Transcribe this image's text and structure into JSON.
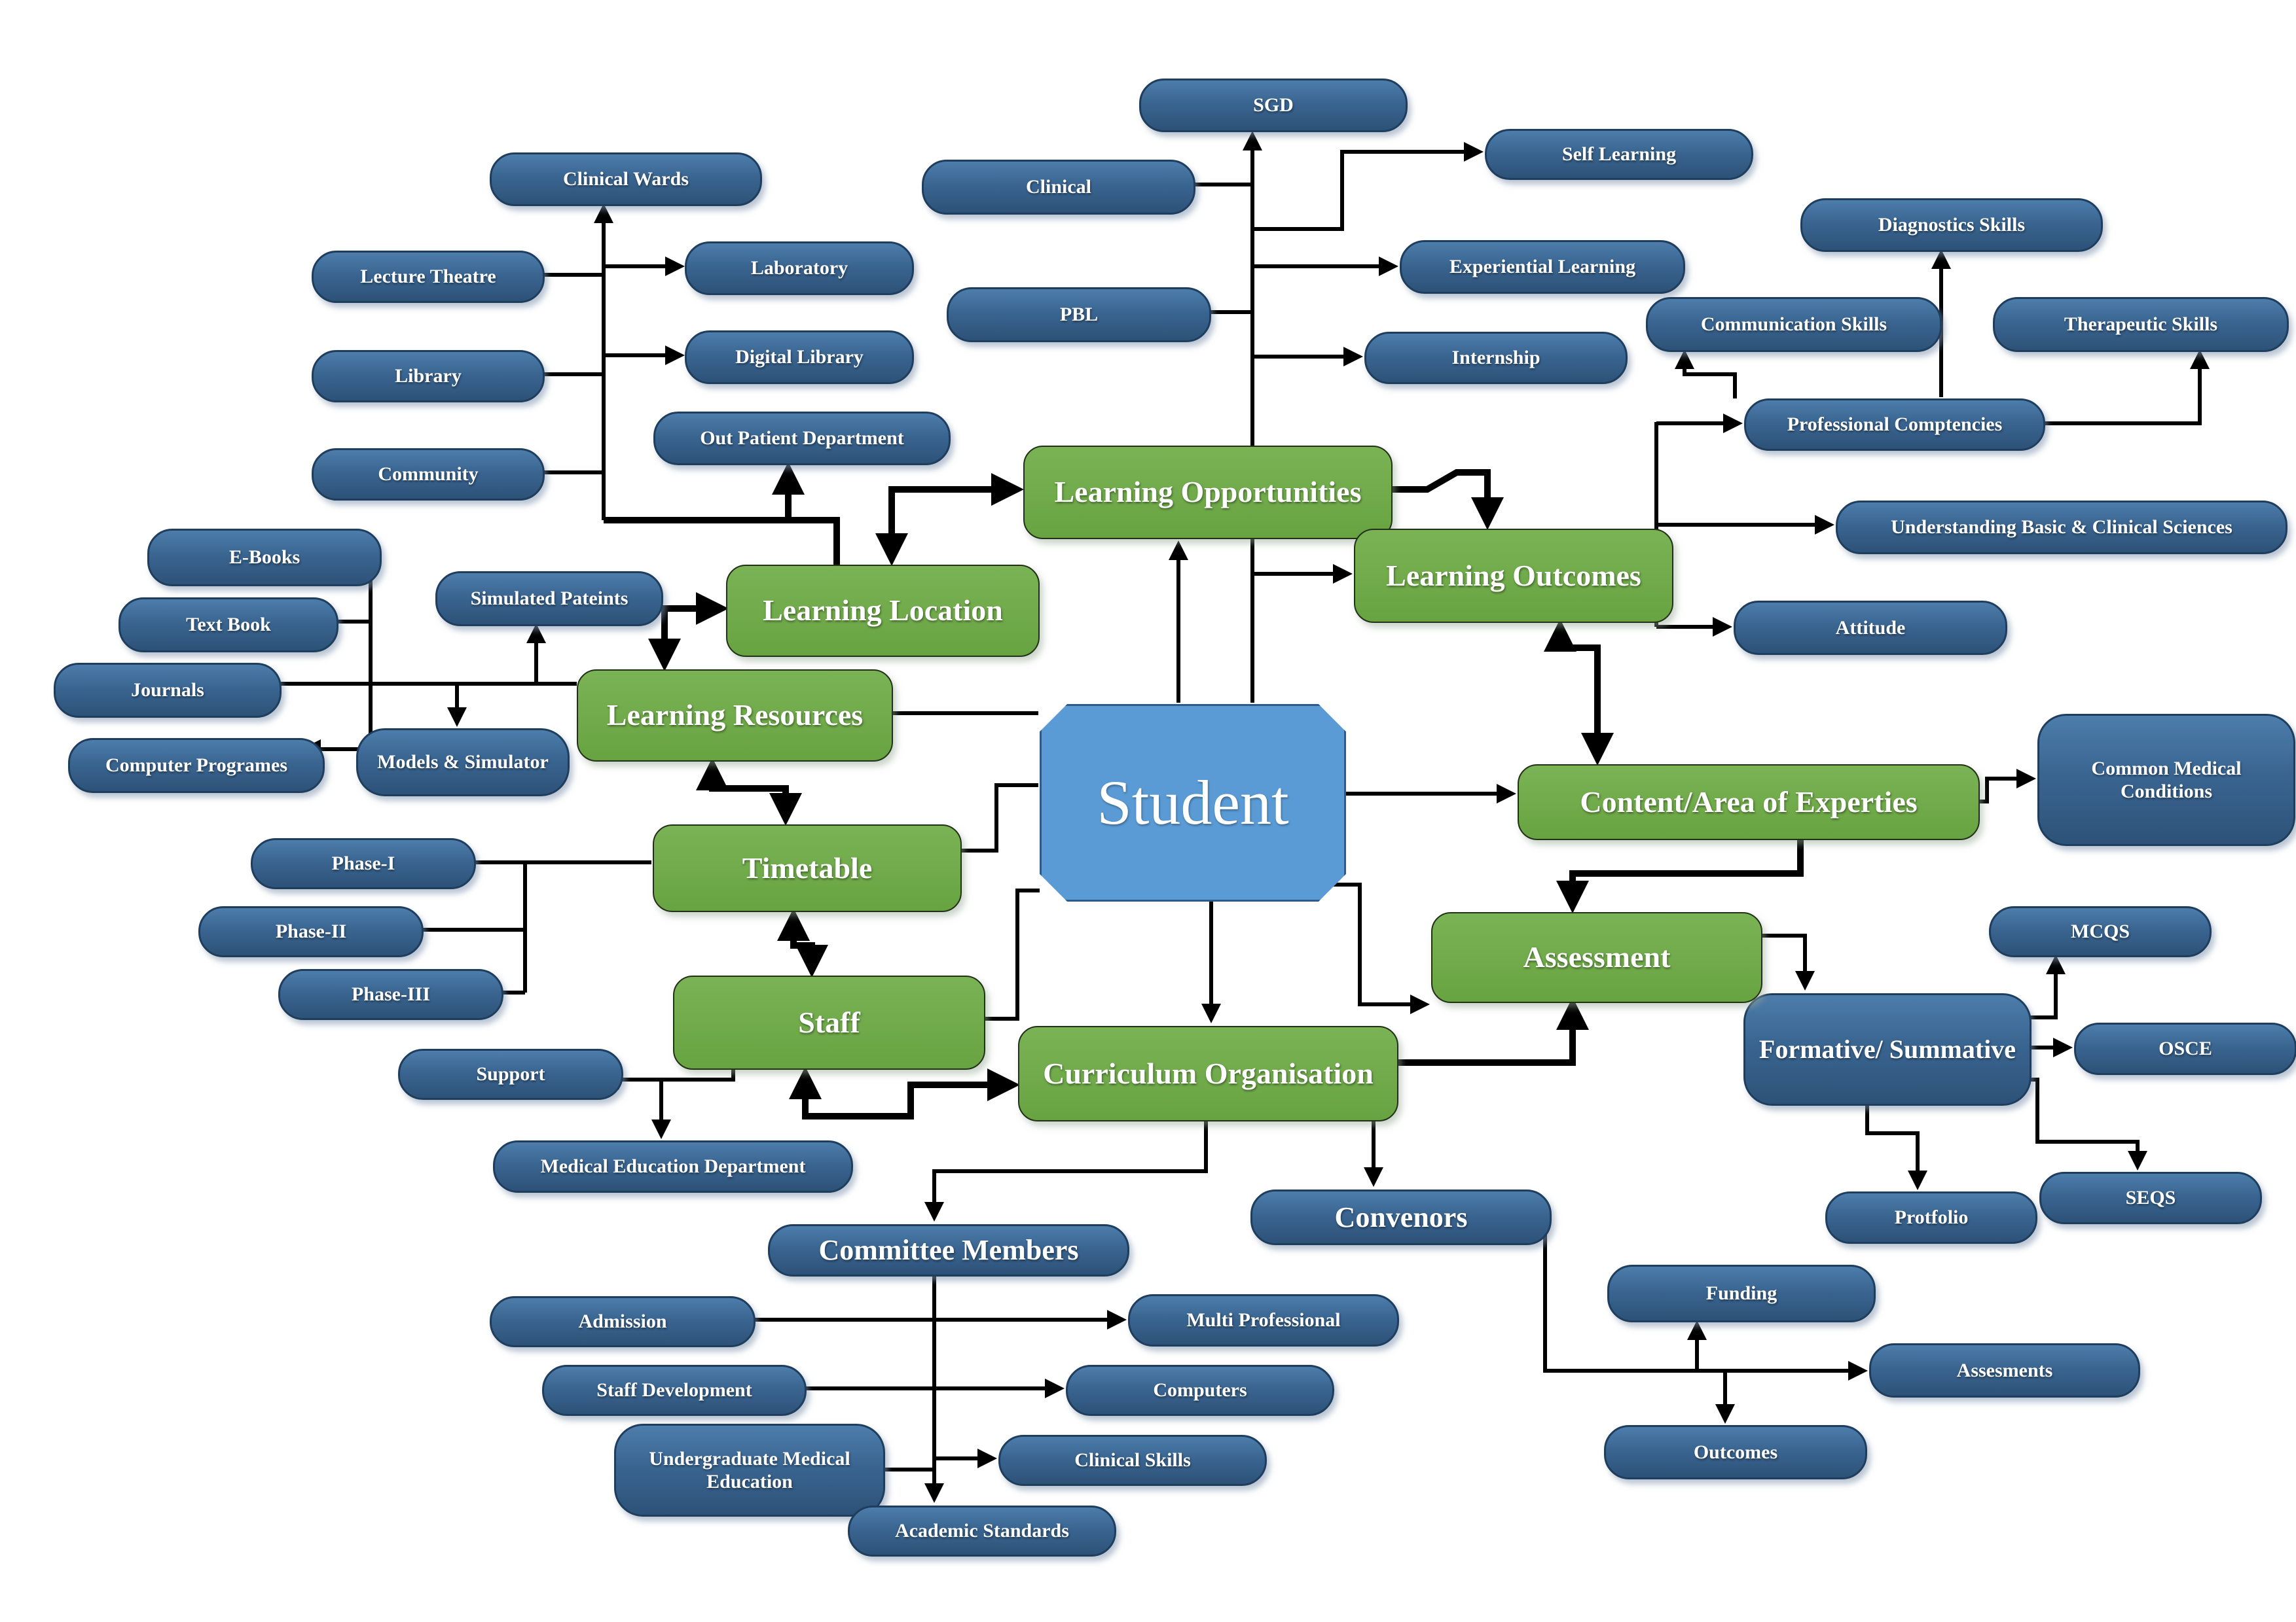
{
  "title": "Student medical-education curriculum mind map",
  "colors": {
    "blue_node": "#3a6591",
    "blue_border": "#1f3e5e",
    "green_node": "#6ba544",
    "student_node": "#5b9bd5",
    "connector": "#000000",
    "background": "#ffffff",
    "text": "#ffffff"
  },
  "center": "Student",
  "nodes": {
    "student": "Student",
    "sgd": "SGD",
    "clinical-wards": "Clinical Wards",
    "clinical": "Clinical",
    "self-learning": "Self Learning",
    "diagnostics-skills": "Diagnostics Skills",
    "lecture-theatre": "Lecture Theatre",
    "laboratory": "Laboratory",
    "experiential-learning": "Experiential Learning",
    "communication-skills": "Communication Skills",
    "therapeutic-skills": "Therapeutic Skills",
    "pbl": "PBL",
    "internship": "Internship",
    "library": "Library",
    "digital-library": "Digital Library",
    "professional-comptencies": "Professional Comptencies",
    "out-patient-department": "Out Patient Department",
    "community": "Community",
    "understanding-basic-clinical-sciences": "Understanding Basic & Clinical Sciences",
    "e-books": "E-Books",
    "simulated-pateints": "Simulated Pateints",
    "text-book": "Text Book",
    "attitude": "Attitude",
    "journals": "Journals",
    "models-simulator": "Models & Simulator",
    "computer-programes": "Computer Programes",
    "common-medical-conditions": "Common Medical Conditions",
    "phase-i": "Phase-I",
    "mcqs": "MCQS",
    "phase-ii": "Phase-II",
    "phase-iii": "Phase-III",
    "formative-summative": "Formative/ Summative",
    "osce": "OSCE",
    "support": "Support",
    "seqs": "SEQS",
    "protfolio": "Protfolio",
    "medical-education-department": "Medical Education Department",
    "committee-members": "Committee Members",
    "convenors": "Convenors",
    "admission": "Admission",
    "multi-professional": "Multi Professional",
    "staff-development": "Staff Development",
    "computers": "Computers",
    "undergraduate-medical-education": "Undergraduate Medical Education",
    "clinical-skills": "Clinical Skills",
    "academic-standards": "Academic Standards",
    "funding": "Funding",
    "assesments": "Assesments",
    "outcomes": "Outcomes",
    "learning-opportunities": "Learning Opportunities",
    "learning-outcomes": "Learning Outcomes",
    "learning-location": "Learning Location",
    "learning-resources": "Learning Resources",
    "content-area-of-experties": "Content/Area of Experties",
    "timetable": "Timetable",
    "assessment": "Assessment",
    "staff": "Staff",
    "curriculum-organisation": "Curriculum Organisation"
  }
}
